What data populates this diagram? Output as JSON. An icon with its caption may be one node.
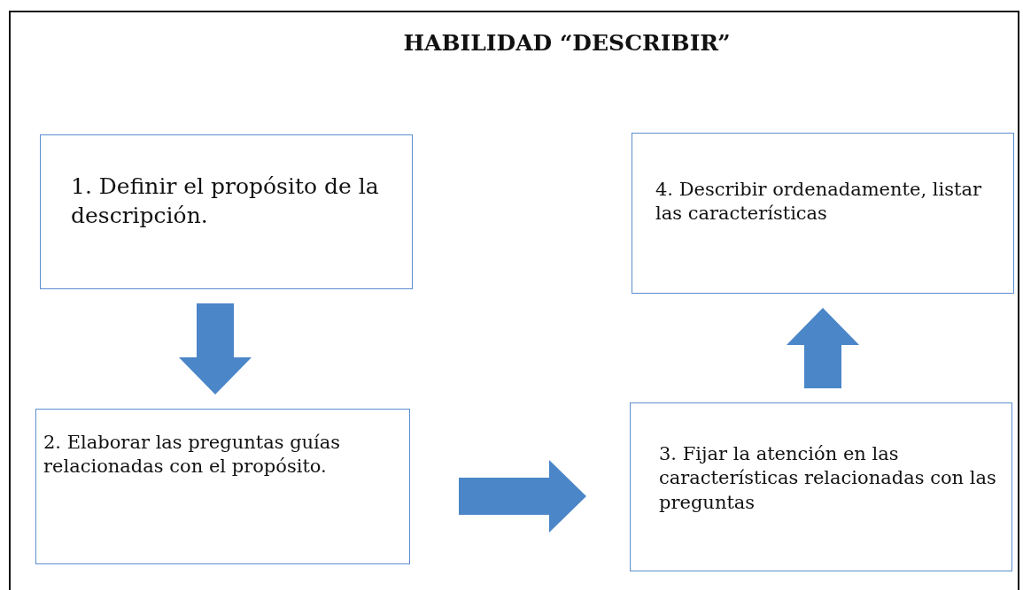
{
  "diagram": {
    "title": "HABILIDAD “DESCRIBIR”",
    "nodes": [
      {
        "text": [
          "1. Definir el propósito de la descripción."
        ]
      },
      {
        "text": [
          "2. Elaborar las preguntas guías relacionadas con el propósito."
        ]
      },
      {
        "text": [
          "3. Fijar la atención en las características relacionadas con las preguntas"
        ]
      },
      {
        "text": [
          "4. Describir ordenadamente, listar las características"
        ]
      }
    ],
    "edges": [
      {
        "from": 0,
        "to": 1,
        "arrow": "to"
      },
      {
        "from": 1,
        "to": 2,
        "arrow": "to"
      },
      {
        "from": 2,
        "to": 3,
        "arrow": "to"
      }
    ]
  }
}
